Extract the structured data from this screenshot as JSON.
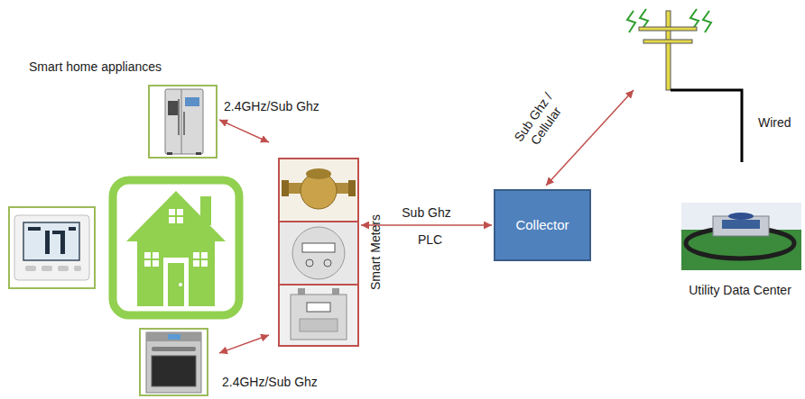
{
  "diagram": {
    "nodes": [
      {
        "text": [
          "Smart Meters"
        ]
      },
      {
        "text": [
          "Collector"
        ]
      },
      {
        "text": [
          "Utility Data Center"
        ]
      }
    ],
    "edges": [
      {
        "from": 0,
        "to": 1,
        "arrow": "both",
        "label": "Sub Ghz"
      }
    ],
    "labels": [
      "Smart home appliances",
      "2.4GHz/Sub Ghz",
      "2.4GHz/Sub Ghz",
      "PLC",
      "Sub Ghz / Cellular",
      "Wired"
    ]
  }
}
